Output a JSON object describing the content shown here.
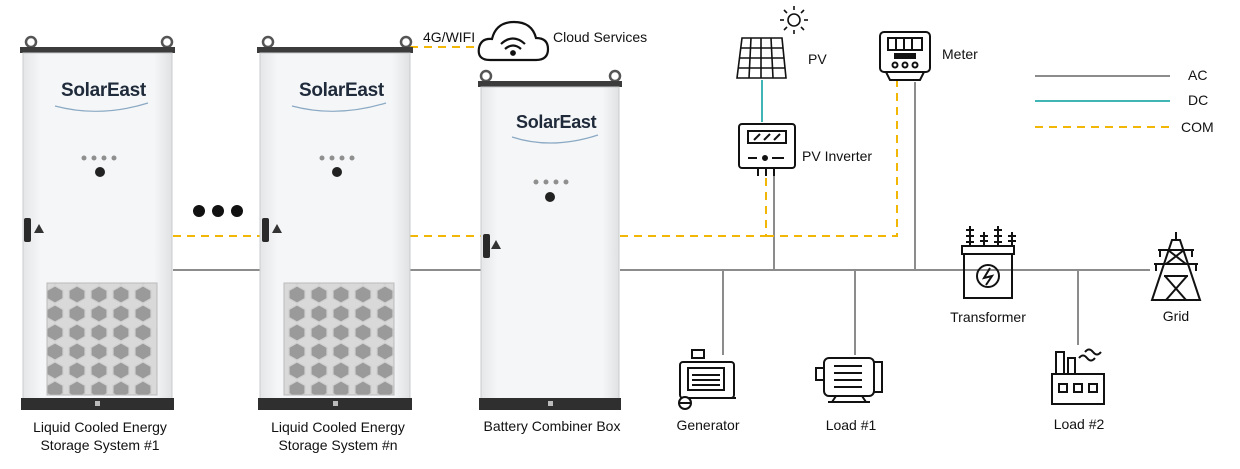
{
  "cabinets": {
    "brand": "SolarEast",
    "ess1_label_line1": "Liquid Cooled Energy",
    "ess1_label_line2": "Storage System #1",
    "essn_label_line1": "Liquid Cooled Energy",
    "essn_label_line2": "Storage System #n",
    "combiner_label": "Battery Combiner Box"
  },
  "network": {
    "comm_link": "4G/WIFI",
    "cloud": "Cloud Services"
  },
  "devices": {
    "pv": "PV",
    "pv_inverter": "PV Inverter",
    "meter": "Meter",
    "generator": "Generator",
    "load1": "Load #1",
    "load2": "Load #2",
    "transformer": "Transformer",
    "grid": "Grid"
  },
  "legend": {
    "items": [
      {
        "label": "AC",
        "color": "#8c8c8c",
        "style": "solid"
      },
      {
        "label": "DC",
        "color": "#3fb5b5",
        "style": "solid"
      },
      {
        "label": "COM",
        "color": "#f2b705",
        "style": "dashed"
      }
    ]
  },
  "colors": {
    "ac": "#8c8c8c",
    "dc": "#3fb5b5",
    "com": "#f2b705",
    "icon": "#1a1a1a",
    "cabinet_body": "#f1f2f3",
    "cabinet_frame": "#3c3c3c"
  }
}
